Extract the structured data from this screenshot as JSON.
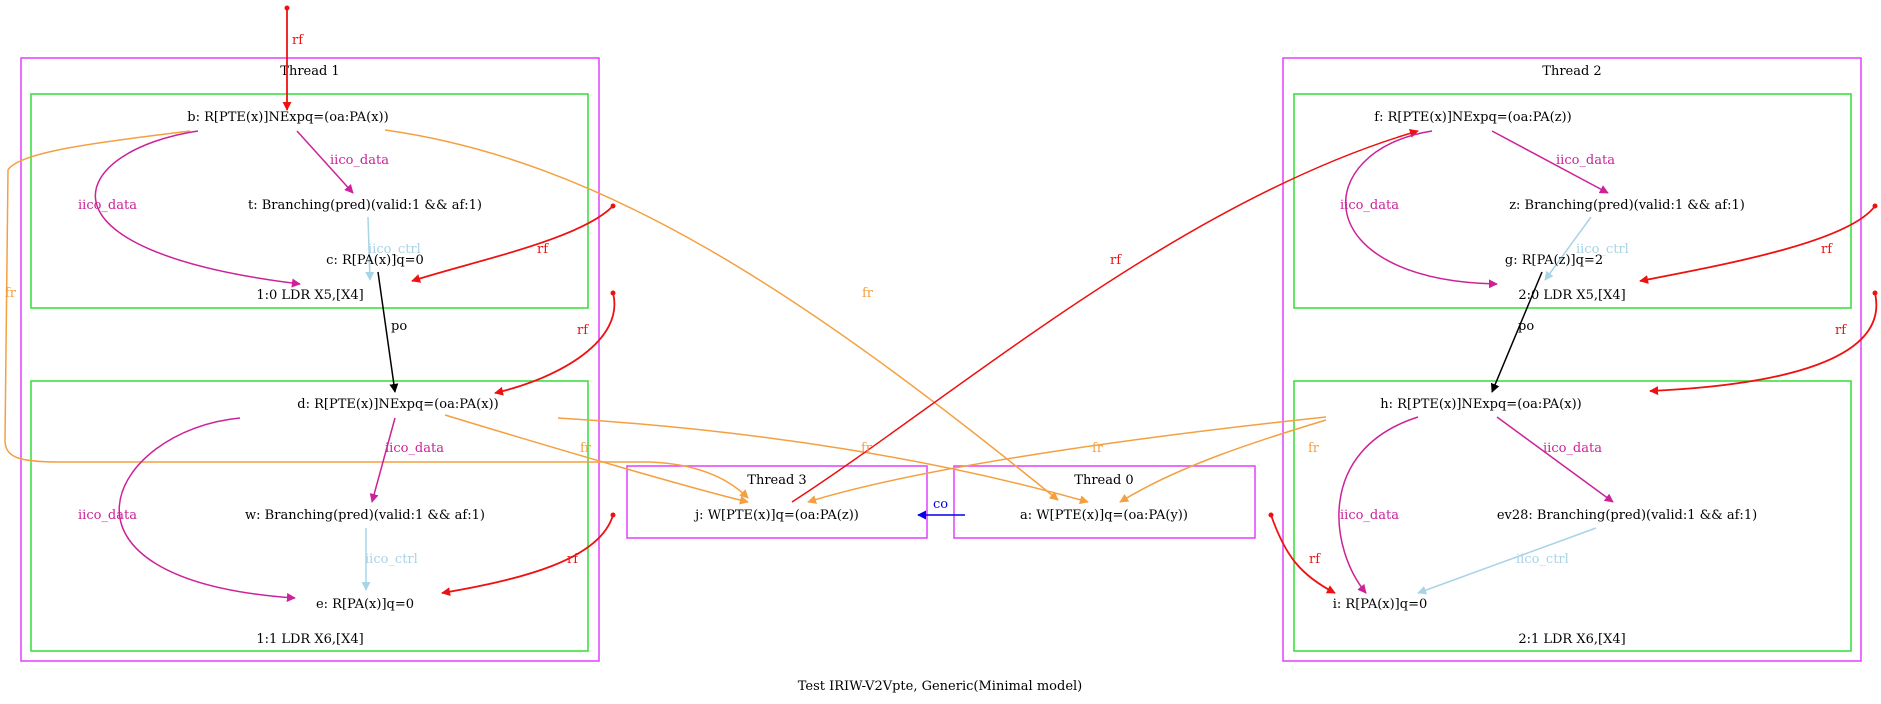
{
  "caption": "Test IRIW-V2Vpte, Generic(Minimal model)",
  "colors": {
    "thread_border": "#e040fb",
    "instr_border": "#33dd33",
    "rf": "#ee1111",
    "fr": "#f4a040",
    "iico_data": "#cc2299",
    "iico_ctrl": "#a8d4e6",
    "po": "#000000",
    "co": "#0000ee"
  },
  "threads": {
    "t1": "Thread 1",
    "t2": "Thread 2",
    "t3": "Thread 3",
    "t0": "Thread 0"
  },
  "instructions": {
    "i10": "1:0 LDR X5,[X4]",
    "i11": "1:1 LDR X6,[X4]",
    "i20": "2:0 LDR X5,[X4]",
    "i21": "2:1 LDR X6,[X4]"
  },
  "events": {
    "b": "b: R[PTE(x)]NExpq=(oa:PA(x))",
    "t": "t: Branching(pred)(valid:1 && af:1)",
    "c": "c: R[PA(x)]q=0",
    "d": "d: R[PTE(x)]NExpq=(oa:PA(x))",
    "w": "w: Branching(pred)(valid:1 && af:1)",
    "e": "e: R[PA(x)]q=0",
    "f": "f: R[PTE(x)]NExpq=(oa:PA(z))",
    "z": "z: Branching(pred)(valid:1 && af:1)",
    "g": "g: R[PA(z)]q=2",
    "h": "h: R[PTE(x)]NExpq=(oa:PA(x))",
    "ev28": "ev28: Branching(pred)(valid:1 && af:1)",
    "i": "i: R[PA(x)]q=0",
    "j": "j: W[PTE(x)]q=(oa:PA(z))",
    "a": "a: W[PTE(x)]q=(oa:PA(y))"
  },
  "edge_labels": {
    "rf": "rf",
    "fr": "fr",
    "po": "po",
    "co": "co",
    "iico_data": "iico_data",
    "iico_ctrl": "iico_ctrl"
  }
}
